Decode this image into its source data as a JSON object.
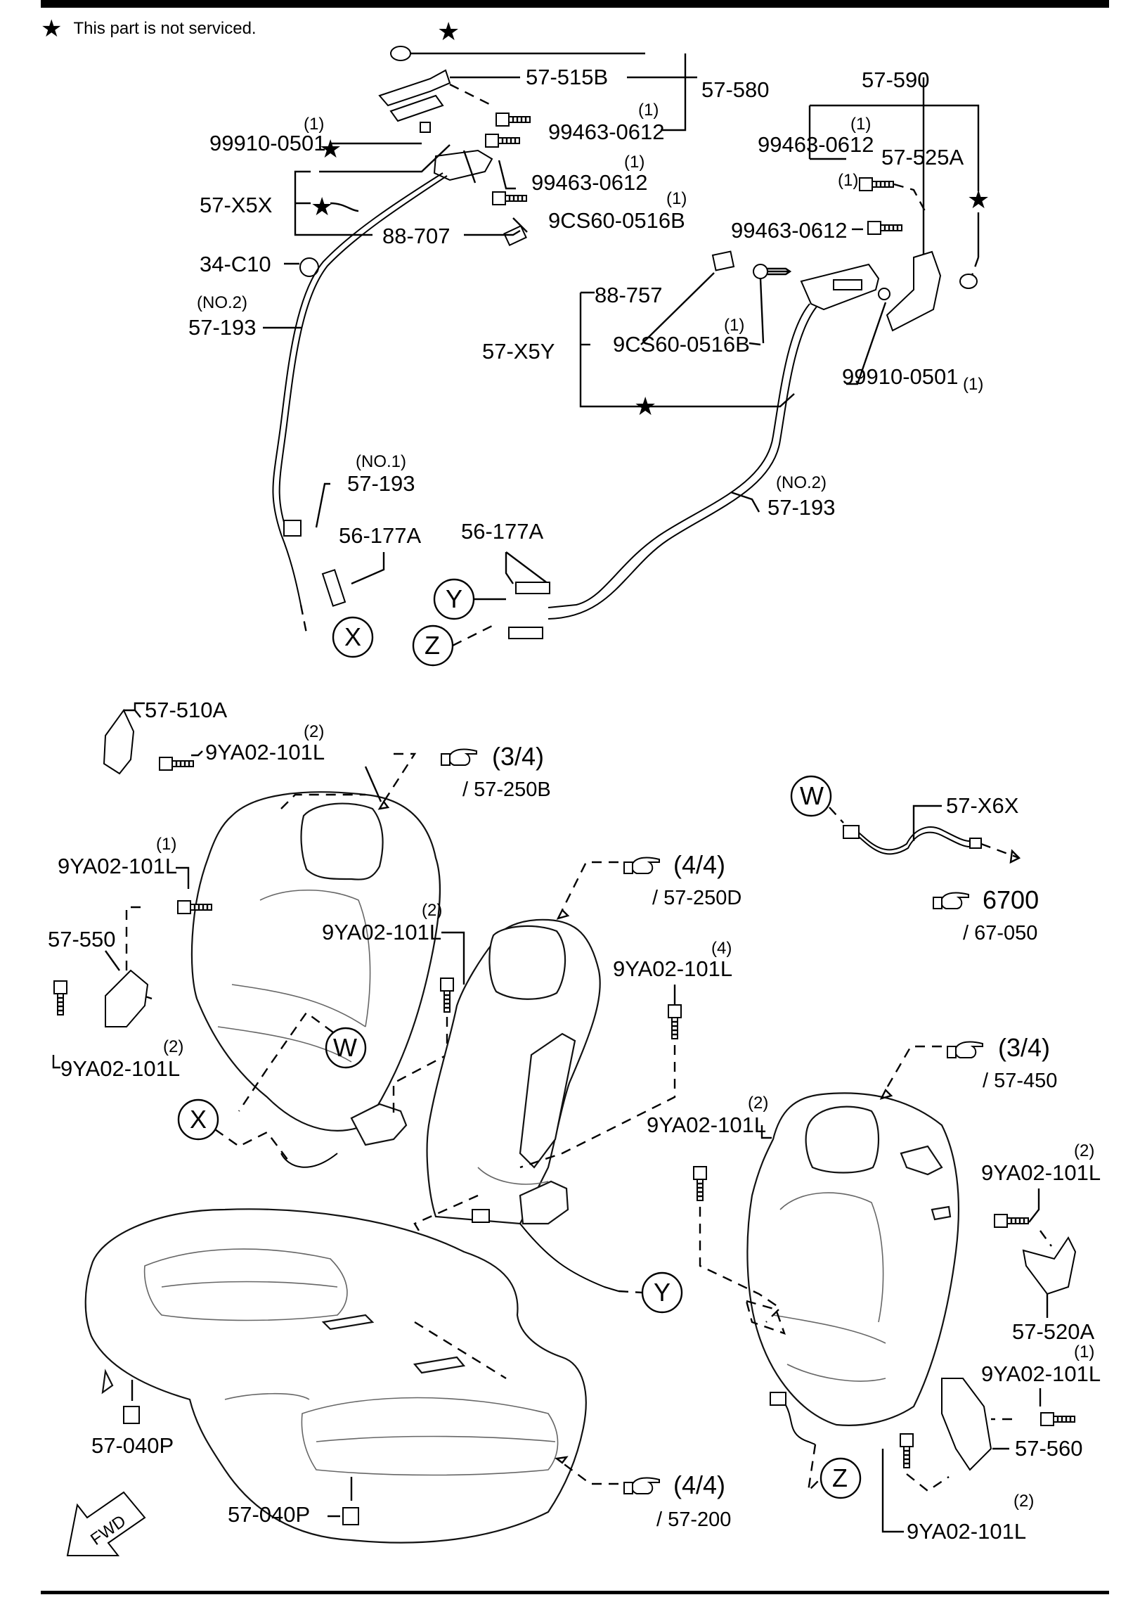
{
  "legend": {
    "star": "★",
    "text": "This part is not serviced."
  },
  "labels": {
    "p57_515B": "57-515B",
    "p57_580": "57-580",
    "p99463_a": "99463-0612",
    "q99463_a": "(1)",
    "p99910_a": "99910-0501",
    "q99910_a": "(1)",
    "p99463_b": "99463-0612",
    "q99463_b": "(1)",
    "p57_X5X": "57-X5X",
    "p9CS60_a": "9CS60-0516B",
    "q9CS60_a": "(1)",
    "p88_707": "88-707",
    "p34_C10": "34-C10",
    "q57_193_a": "(NO.2)",
    "p57_193_a": "57-193",
    "q57_193_b": "(NO.1)",
    "p57_193_b": "57-193",
    "p56_177A_a": "56-177A",
    "p56_177A_b": "56-177A",
    "p57_590": "57-590",
    "q99463_c": "(1)",
    "p99463_c": "99463-0612",
    "p57_525A": "57-525A",
    "q99463_d": "(1)",
    "p99463_d": "99463-0612",
    "p88_757": "88-757",
    "q9CS60_b": "(1)",
    "p9CS60_b": "9CS60-0516B",
    "p57_X5Y": "57-X5Y",
    "q99910_b": "(1)",
    "p99910_b": "99910-0501",
    "q57_193_c": "(NO.2)",
    "p57_193_c": "57-193",
    "p57_510A": "57-510A",
    "q9YA02_a": "(2)",
    "p9YA02_a": "9YA02-101L",
    "q9YA02_b": "(1)",
    "p9YA02_b": "9YA02-101L",
    "p57_550": "57-550",
    "q9YA02_c": "(2)",
    "p9YA02_c": "9YA02-101L",
    "q9YA02_d": "(2)",
    "p9YA02_d": "9YA02-101L",
    "q9YA02_e": "(4)",
    "p9YA02_e": "9YA02-101L",
    "q9YA02_f": "(2)",
    "p9YA02_f": "9YA02-101L",
    "q9YA02_g": "(2)",
    "p9YA02_g": "9YA02-101L",
    "p57_520A": "57-520A",
    "q9YA02_h": "(1)",
    "p9YA02_h": "9YA02-101L",
    "p57_560": "57-560",
    "q9YA02_i": "(2)",
    "p9YA02_i": "9YA02-101L",
    "p57_X6X": "57-X6X",
    "p57_040P_a": "57-040P",
    "p57_040P_b": "57-040P"
  },
  "refs": {
    "r1_page": "(3/4)",
    "r1_sub": "/ 57-250B",
    "r2_page": "(4/4)",
    "r2_sub": "/ 57-250D",
    "r3_page": "6700",
    "r3_sub": "/ 67-050",
    "r4_page": "(3/4)",
    "r4_sub": "/ 57-450",
    "r5_page": "(4/4)",
    "r5_sub": "/ 57-200"
  },
  "connectors": {
    "x": "X",
    "y": "Y",
    "z": "Z",
    "w": "W"
  },
  "fwd_text": "FWD"
}
